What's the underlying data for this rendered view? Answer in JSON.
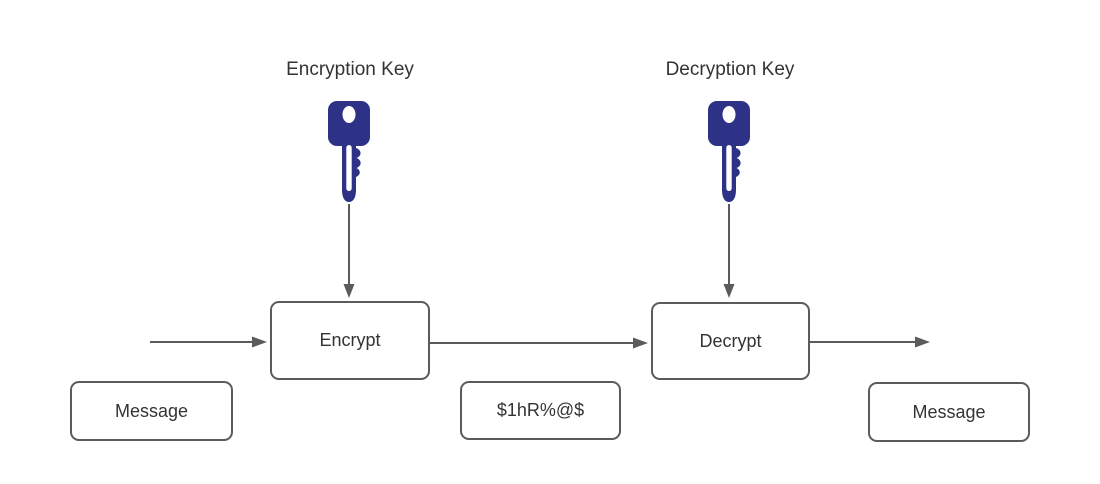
{
  "colors": {
    "background": "#ffffff",
    "node-border": "#5b5b5b",
    "node-fill": "#ffffff",
    "arrow": "#5b5b5b",
    "text": "#333333",
    "key-fill": "#2d3287",
    "key-hole": "#ffffff"
  },
  "diagram": {
    "encryption_key_label": "Encryption Key",
    "decryption_key_label": "Decryption Key",
    "encrypt_node": "Encrypt",
    "decrypt_node": "Decrypt",
    "input_message_node": "Message",
    "ciphertext_node": "$1hR%@$",
    "output_message_node": "Message"
  }
}
